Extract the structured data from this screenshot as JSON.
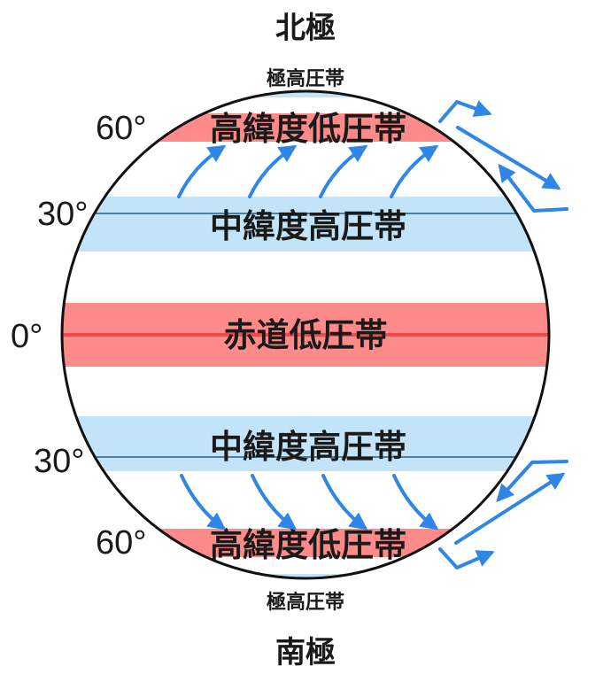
{
  "poles": {
    "north": "北極",
    "south": "南極"
  },
  "polar_high": {
    "north": "極高圧帯",
    "south": "極高圧帯"
  },
  "belts": {
    "n60": "高緯度低圧帯",
    "n30": "中緯度高圧帯",
    "eq": "赤道低圧帯",
    "s30": "中緯度高圧帯",
    "s60": "高緯度低圧帯"
  },
  "latitudes": {
    "n60": "60°",
    "n30": "30°",
    "eq": "0°",
    "s30": "30°",
    "s60": "60°"
  },
  "colors": {
    "low_pressure": "#ff8a8a",
    "low_pressure_line": "#f24a4a",
    "high_pressure": "#c3e4f8",
    "high_pressure_line": "#4f7ea3",
    "arrow": "#2f86e6",
    "outline": "#111111"
  }
}
